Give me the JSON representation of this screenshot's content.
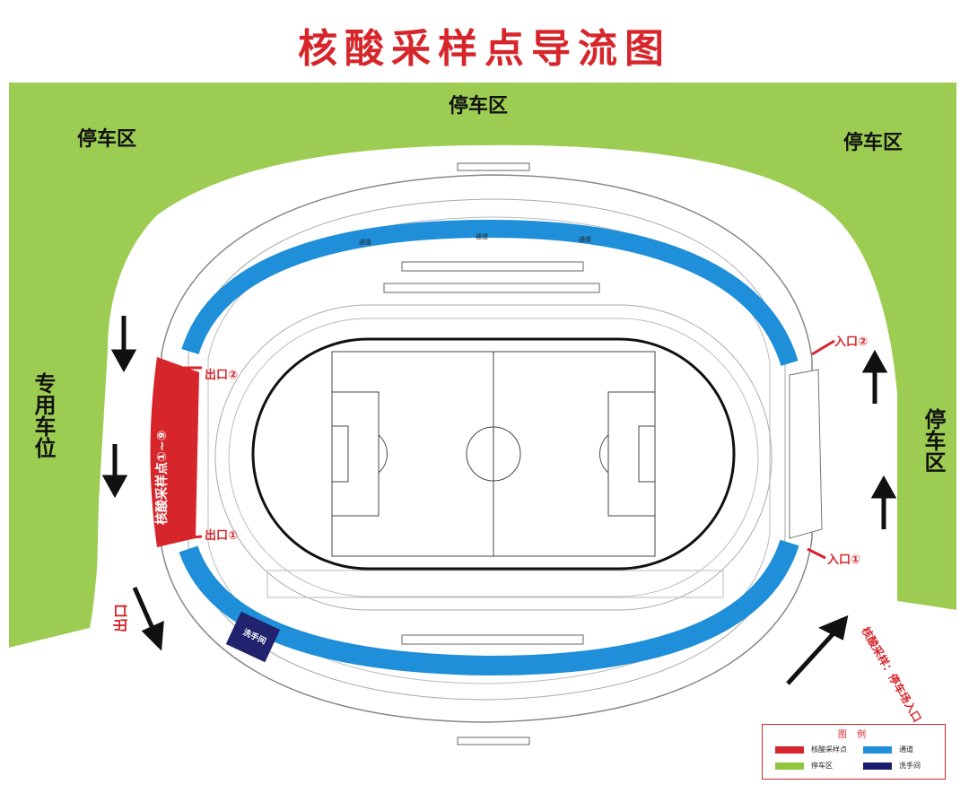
{
  "title": "核酸采样点导流图",
  "zones": {
    "parking_top": "停车区",
    "parking_topleft": "停车区",
    "parking_topright": "停车区",
    "parking_right": "停车区",
    "special_parking": "专用车位"
  },
  "labels": {
    "sampling_points": "核酸采样点①~⑨",
    "exit_1": "出口①",
    "exit_2": "出口②",
    "entrance_1": "入口①",
    "entrance_2": "入口②",
    "exit": "出口",
    "entrance_note": "核酸采样：停车场入口",
    "restroom": "洗手间",
    "channel": "通道"
  },
  "legend": {
    "title": "图 例",
    "items": [
      {
        "label": "核酸采样点",
        "color": "#d6262b"
      },
      {
        "label": "通道",
        "color": "#1e8fd8"
      },
      {
        "label": "停车区",
        "color": "#8ec63f"
      },
      {
        "label": "洗手间",
        "color": "#1c1c6e"
      }
    ]
  },
  "colors": {
    "parking": "#9ccc52",
    "channel": "#1e8fd8",
    "sampling": "#d6262b",
    "restroom": "#22236e",
    "accent_red": "#d6262b"
  }
}
